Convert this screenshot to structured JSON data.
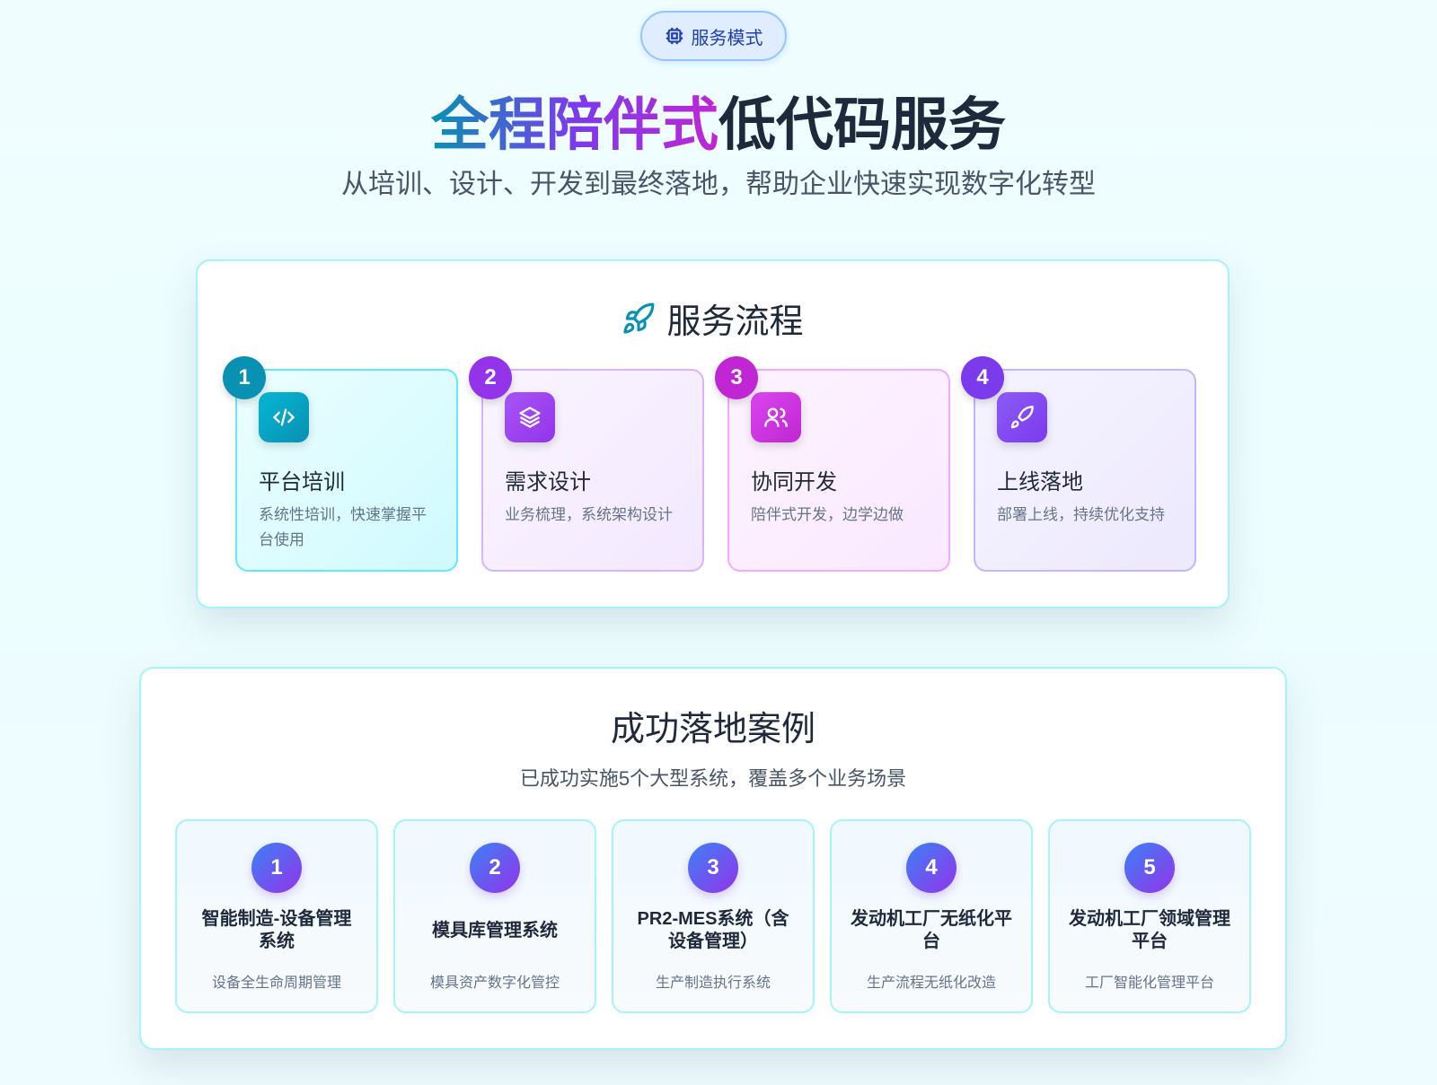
{
  "badge": {
    "label": "服务模式",
    "icon": "cpu-icon"
  },
  "hero": {
    "title_gradient": "全程陪伴式",
    "title_rest": "低代码服务",
    "subtitle": "从培训、设计、开发到最终落地，帮助企业快速实现数字化转型"
  },
  "flow": {
    "title": "服务流程",
    "icon": "rocket-icon",
    "steps": [
      {
        "num": "1",
        "name": "平台培训",
        "desc": "系统性培训，快速掌握平台使用",
        "icon": "code-icon",
        "color": "#0891b2"
      },
      {
        "num": "2",
        "name": "需求设计",
        "desc": "业务梳理，系统架构设计",
        "icon": "layers-icon",
        "color": "#9333ea"
      },
      {
        "num": "3",
        "name": "协同开发",
        "desc": "陪伴式开发，边学边做",
        "icon": "users-icon",
        "color": "#c026d3"
      },
      {
        "num": "4",
        "name": "上线落地",
        "desc": "部署上线，持续优化支持",
        "icon": "rocket-icon",
        "color": "#7c3aed"
      }
    ]
  },
  "cases": {
    "title": "成功落地案例",
    "subtitle": "已成功实施5个大型系统，覆盖多个业务场景",
    "items": [
      {
        "num": "1",
        "name": "智能制造-设备管理系统",
        "desc": "设备全生命周期管理"
      },
      {
        "num": "2",
        "name": "模具库管理系统",
        "desc": "模具资产数字化管控"
      },
      {
        "num": "3",
        "name": "PR2-MES系统（含设备管理）",
        "desc": "生产制造执行系统"
      },
      {
        "num": "4",
        "name": "发动机工厂无纸化平台",
        "desc": "生产流程无纸化改造"
      },
      {
        "num": "5",
        "name": "发动机工厂领域管理平台",
        "desc": "工厂智能化管理平台"
      }
    ]
  }
}
